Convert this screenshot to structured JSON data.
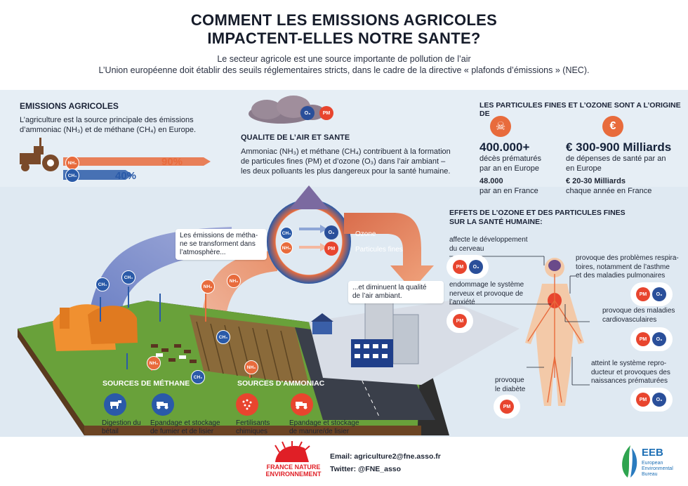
{
  "header": {
    "title_line1": "COMMENT LES EMISSIONS AGRICOLES",
    "title_line2": "IMPACTENT-ELLES NOTRE SANTE?",
    "subtitle_line1": "Le secteur agricole est une source importante de pollution de l’air",
    "subtitle_line2": "L’Union européenne doit établir des seuils réglementaires stricts, dans le cadre de la directive « plafonds d’émissions » (NEC)."
  },
  "emissions": {
    "heading": "EMISSIONS AGRICOLES",
    "text_line1": "L’agriculture est la source principale des émissions",
    "text_line2": "d’ammoniac (NH₃) et de méthane (CH₄) en Europe.",
    "nh3_label": "NH₃",
    "ch4_label": "CH₄",
    "nh3_pct": "90%",
    "ch4_pct": "40%",
    "nh3_share": 0.9,
    "ch4_share": 0.4
  },
  "air_quality": {
    "heading": "QUALITE DE L’AIR ET SANTE",
    "text_line1": "Ammoniac (NH₃) et méthane (CH₄) contribuent à la formation",
    "text_line2": "de particules fines (PM) et d’ozone (O₃) dans l’air ambiant –",
    "text_line3": "les deux polluants les plus dangereux pour la santé humaine.",
    "cloud_o3": "O₃",
    "cloud_pm": "PM"
  },
  "origin": {
    "heading": "LES PARTICULES FINES ET L’OZONE SONT A L’ORIGINE DE",
    "deaths_value": "400.000+",
    "deaths_line1": "décès prématurés",
    "deaths_line2": "par an en Europe",
    "deaths_fr_value": "48.000",
    "deaths_fr_text": "par an en France",
    "cost_value": "€ 300-900 Milliards",
    "cost_line1": "de dépenses de santé par an",
    "cost_line2": "en Europe",
    "cost_fr_value": "€ 20-30 Milliards",
    "cost_fr_text": "chaque année en France",
    "euro_symbol": "€"
  },
  "diagram": {
    "bubble_methane_line1": "Les émissions de métha-",
    "bubble_methane_line2": "ne se transforment dans",
    "bubble_methane_line3": "l’atmosphère...",
    "bubble_quality_line1": "...et diminuent la qualité",
    "bubble_quality_line2": "de l’air ambiant.",
    "ozone_label": "Ozone",
    "pm_label": "Particules fines",
    "ring_ch4": "CH₄",
    "ring_nh3": "NH₃",
    "ring_o3": "O₃",
    "ring_pm": "PM",
    "methane_sources": "SOURCES DE MÉTHANE",
    "ammonia_sources": "SOURCES D’AMMONIAC",
    "gas_ch4": "CH₄",
    "gas_nh3": "NH₃"
  },
  "effects": {
    "heading_line1": "EFFETS DE L’OZONE ET DES PARTICULES FINES",
    "heading_line2": "SUR LA SANTÉ HUMAINE:",
    "brain_line1": "affecte le développement",
    "brain_line2": "du cerveau",
    "nervous_line1": "endommage le système",
    "nervous_line2": "nerveux et provoque de",
    "nervous_line3": "l’anxiété",
    "diabetes_line1": "provoque",
    "diabetes_line2": "le diabète",
    "lungs_line1": "provoque des problèmes respira-",
    "lungs_line2": "toires, notamment de l’asthme",
    "lungs_line3": "et des maladies pulmonaires",
    "cardio_line1": "provoque des maladies",
    "cardio_line2": "cardiovasculaires",
    "repro_line1": "atteint le système repro-",
    "repro_line2": "ducteur et provoques des",
    "repro_line3": "naissances prématurées",
    "pm": "PM",
    "o3": "O₃"
  },
  "sources": {
    "livestock_line1": "Digestion du",
    "livestock_line2": "bétail",
    "manure_line1": "Epandage et stockage",
    "manure_line2": "de fumier et de lisier",
    "fertilizer_line1": "Fertilisants",
    "fertilizer_line2": "chimiques",
    "manure2_line1": "Epandage et stockage",
    "manure2_line2": "de manure/de lisier"
  },
  "footer": {
    "org_line1": "FRANCE NATURE",
    "org_line2": "ENVIRONNEMENT",
    "email": "Email: agriculture2@fne.asso.fr",
    "twitter": "Twitter: @FNE_asso",
    "eeb_short": "EEB",
    "eeb_line1": "European",
    "eeb_line2": "Environmental",
    "eeb_line3": "Bureau"
  },
  "colors": {
    "blue": "#2a5aa8",
    "orange": "#e86b3c",
    "red": "#e8452e",
    "navy": "#1a2236",
    "grass": "#6aa63a"
  }
}
